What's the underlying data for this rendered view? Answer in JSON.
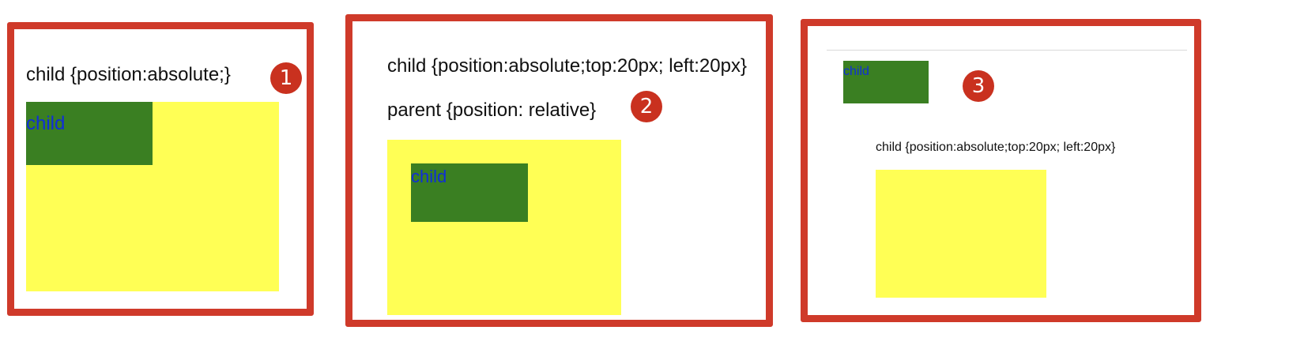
{
  "panel1": {
    "code": "child {position:absolute;}",
    "badge": "1",
    "child_label": "child"
  },
  "panel2": {
    "child_code": "child {position:absolute;top:20px; left:20px}",
    "parent_code": "parent {position: relative}",
    "badge": "2",
    "child_label": "child"
  },
  "panel3": {
    "code": "child {position:absolute;top:20px; left:20px}",
    "badge": "3",
    "child_label": "child"
  },
  "colors": {
    "frame": "#cf3a2a",
    "badge": "#c9311f",
    "parent_box": "#ffff55",
    "child_box": "#3a7f22",
    "child_text": "#0f2ed9"
  }
}
